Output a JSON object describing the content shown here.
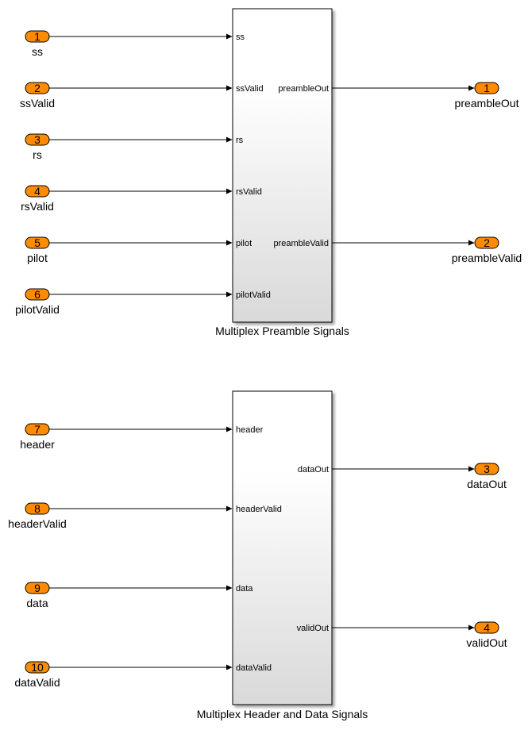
{
  "diagram": {
    "colors": {
      "port_fill": "#ff8c00",
      "port_stroke": "#000000",
      "block_gradient_top": "#ffffff",
      "block_gradient_bottom": "#d9d9d9",
      "line": "#000000"
    },
    "blocks": [
      {
        "id": "preamble",
        "title": "Multiplex Preamble Signals",
        "inputs": [
          "ss",
          "ssValid",
          "rs",
          "rsValid",
          "pilot",
          "pilotValid"
        ],
        "outputs": [
          {
            "label": "preambleOut",
            "at_input": 1
          },
          {
            "label": "preambleValid",
            "at_input": 4
          }
        ]
      },
      {
        "id": "headerdata",
        "title": "Multiplex Header and Data Signals",
        "inputs": [
          "header",
          "headerValid",
          "data",
          "dataValid"
        ],
        "outputs": [
          {
            "label": "dataOut",
            "at_input": 0.5
          },
          {
            "label": "validOut",
            "at_input": 2.5
          }
        ]
      }
    ],
    "inports": [
      {
        "num": "1",
        "name": "ss"
      },
      {
        "num": "2",
        "name": "ssValid"
      },
      {
        "num": "3",
        "name": "rs"
      },
      {
        "num": "4",
        "name": "rsValid"
      },
      {
        "num": "5",
        "name": "pilot"
      },
      {
        "num": "6",
        "name": "pilotValid"
      },
      {
        "num": "7",
        "name": "header"
      },
      {
        "num": "8",
        "name": "headerValid"
      },
      {
        "num": "9",
        "name": "data"
      },
      {
        "num": "10",
        "name": "dataValid"
      }
    ],
    "outports": [
      {
        "num": "1",
        "name": "preambleOut"
      },
      {
        "num": "2",
        "name": "preambleValid"
      },
      {
        "num": "3",
        "name": "dataOut"
      },
      {
        "num": "4",
        "name": "validOut"
      }
    ]
  }
}
